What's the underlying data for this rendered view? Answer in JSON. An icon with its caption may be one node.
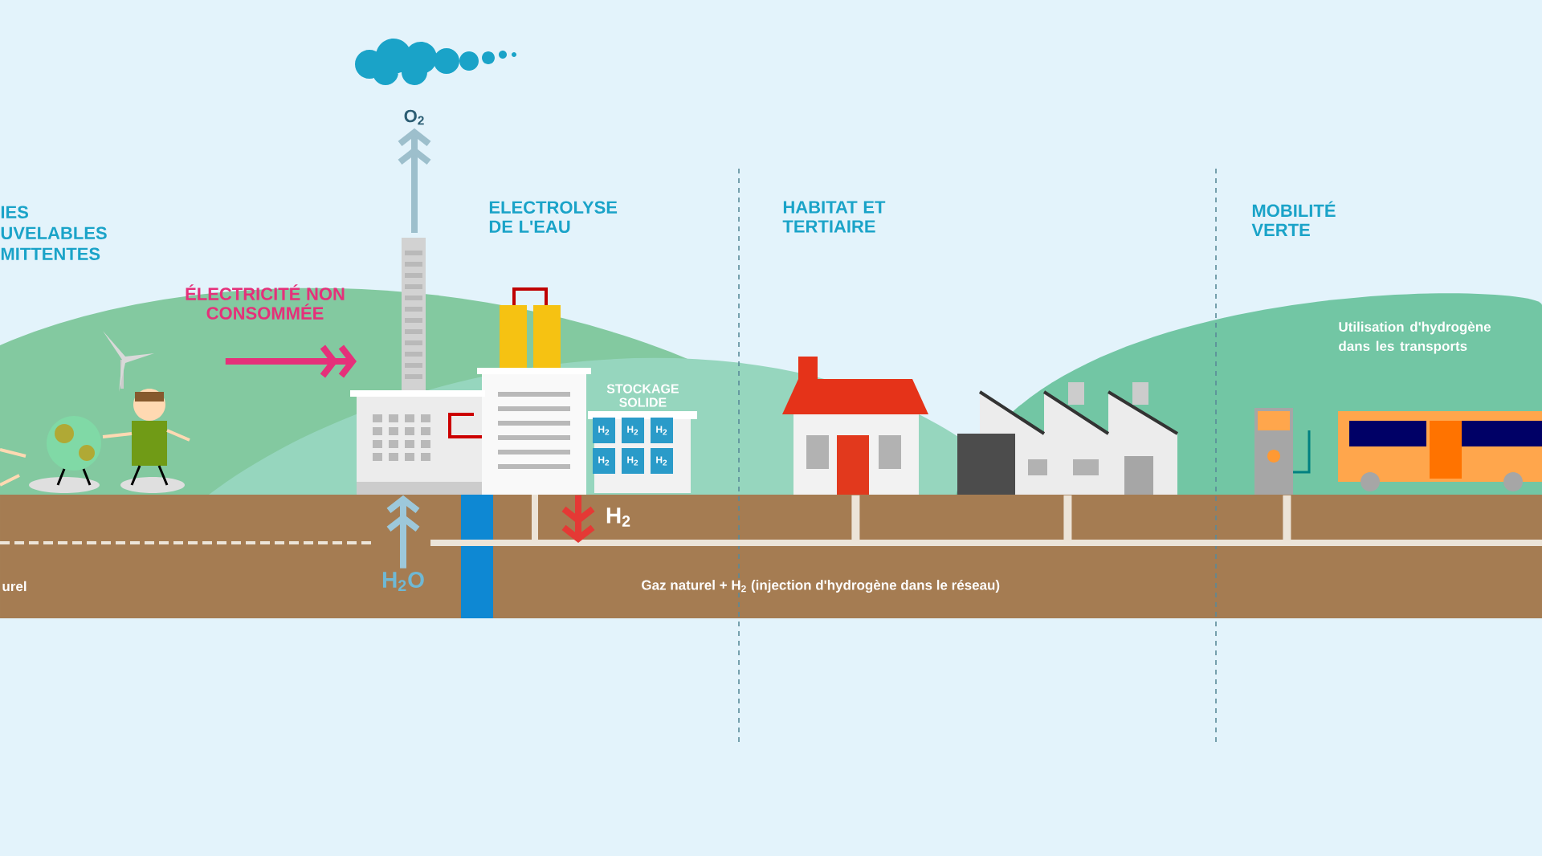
{
  "diagram": {
    "nodes": [
      {
        "text": [
          "IES UVELABLES MITTENTES"
        ]
      },
      {
        "text": [
          "ELECTROLYSE DE L'EAU"
        ]
      },
      {
        "text": [
          "O$_{2}$"
        ]
      },
      {
        "text": [
          "STOCKAGE SOLIDE"
        ]
      },
      {
        "text": [
          "H$_{2}$O"
        ]
      },
      {
        "text": [
          "Gaz naturel + H$_{2}$ (injection d'hydrogène dans le réseau)"
        ]
      },
      {
        "text": [],
        "shape": "picture"
      },
      {
        "text": [],
        "shape": "picture"
      },
      {
        "text": [],
        "shape": "picture"
      },
      {
        "text": [],
        "shape": "picture"
      }
    ],
    "edges": [
      {
        "from": 0,
        "to": 1,
        "arrow": "to",
        "label": "ÉLECTRICITÉ NON CONSOMMÉE",
        "color": "#e5307a"
      },
      {
        "from": 1,
        "to": 2,
        "arrow": "to",
        "color": "#9dbfcc"
      },
      {
        "from": 4,
        "to": 1,
        "arrow": "to",
        "color": "#9dc8da"
      },
      {
        "from": 1,
        "to": 5,
        "arrow": "to",
        "label": "H$_{2}$",
        "color": "#e53935"
      },
      {
        "from": 5,
        "to": 6,
        "arrow": "none"
      },
      {
        "from": 5,
        "to": 7,
        "arrow": "none"
      },
      {
        "from": 5,
        "to": 8,
        "arrow": "none"
      }
    ],
    "labels": [
      "urel",
      "HABITAT ET TERTIAIRE",
      "MOBILITÉ VERTE",
      "Utilisation d'hydrogène dans les transports",
      "H$_{2}$",
      "H$_{2}$",
      "H$_{2}$",
      "H$_{2}$",
      "H$_{2}$",
      "H$_{2}$"
    ]
  }
}
